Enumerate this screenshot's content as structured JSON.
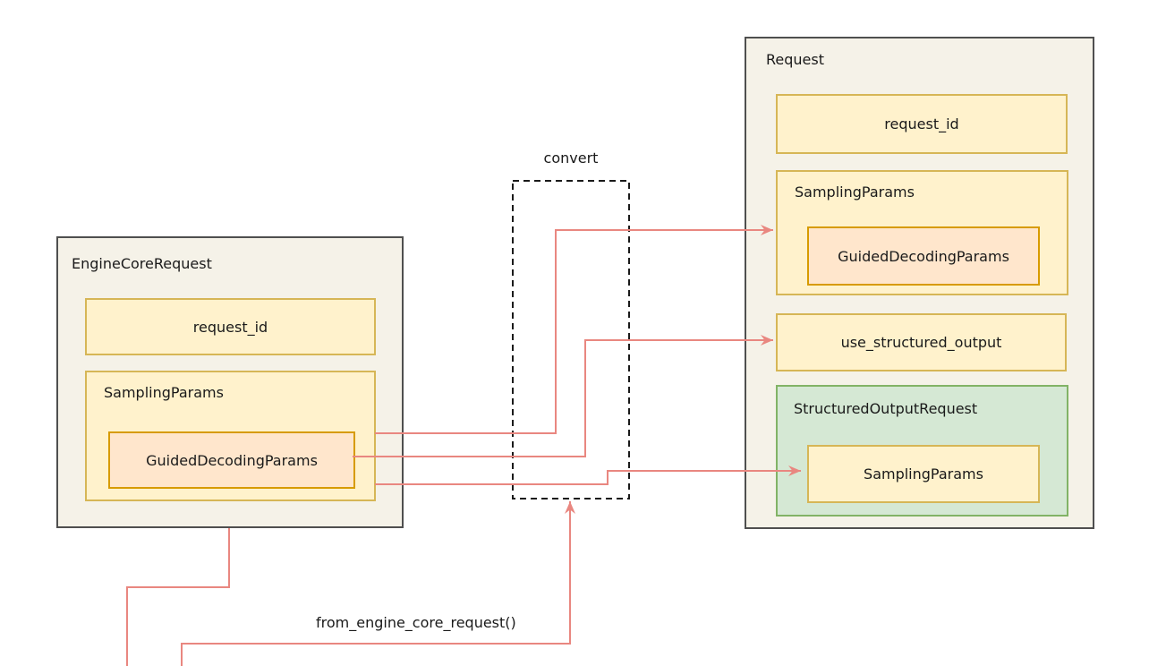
{
  "colors": {
    "yellow_fill": "#FFF2CC",
    "yellow_border": "#D6B656",
    "orange_fill": "#FFE6CC",
    "orange_border": "#D79B00",
    "green_fill": "#D5E8D4",
    "green_border": "#82B366",
    "container_fill": "#F5F2E8",
    "container_border": "#4F4F4F",
    "arrow": "#E98780",
    "dashed": "#1A1A1A",
    "text": "#1A1A1A",
    "background": "#FFFFFF"
  },
  "left_box": {
    "title": "EngineCoreRequest",
    "request_id_label": "request_id",
    "sampling_params_label": "SamplingParams",
    "guided_decoding_params_label": "GuidedDecodingParams"
  },
  "convert": {
    "label": "convert"
  },
  "right_box": {
    "title": "Request",
    "request_id_label": "request_id",
    "sampling_params_label": "SamplingParams",
    "guided_decoding_params_label": "GuidedDecodingParams",
    "use_structured_output_label": "use_structured_output",
    "structured_output_request_label": "StructuredOutputRequest",
    "structured_sampling_params_label": "SamplingParams"
  },
  "annotations": {
    "from_engine_core_request_label": "from_engine_core_request()"
  }
}
